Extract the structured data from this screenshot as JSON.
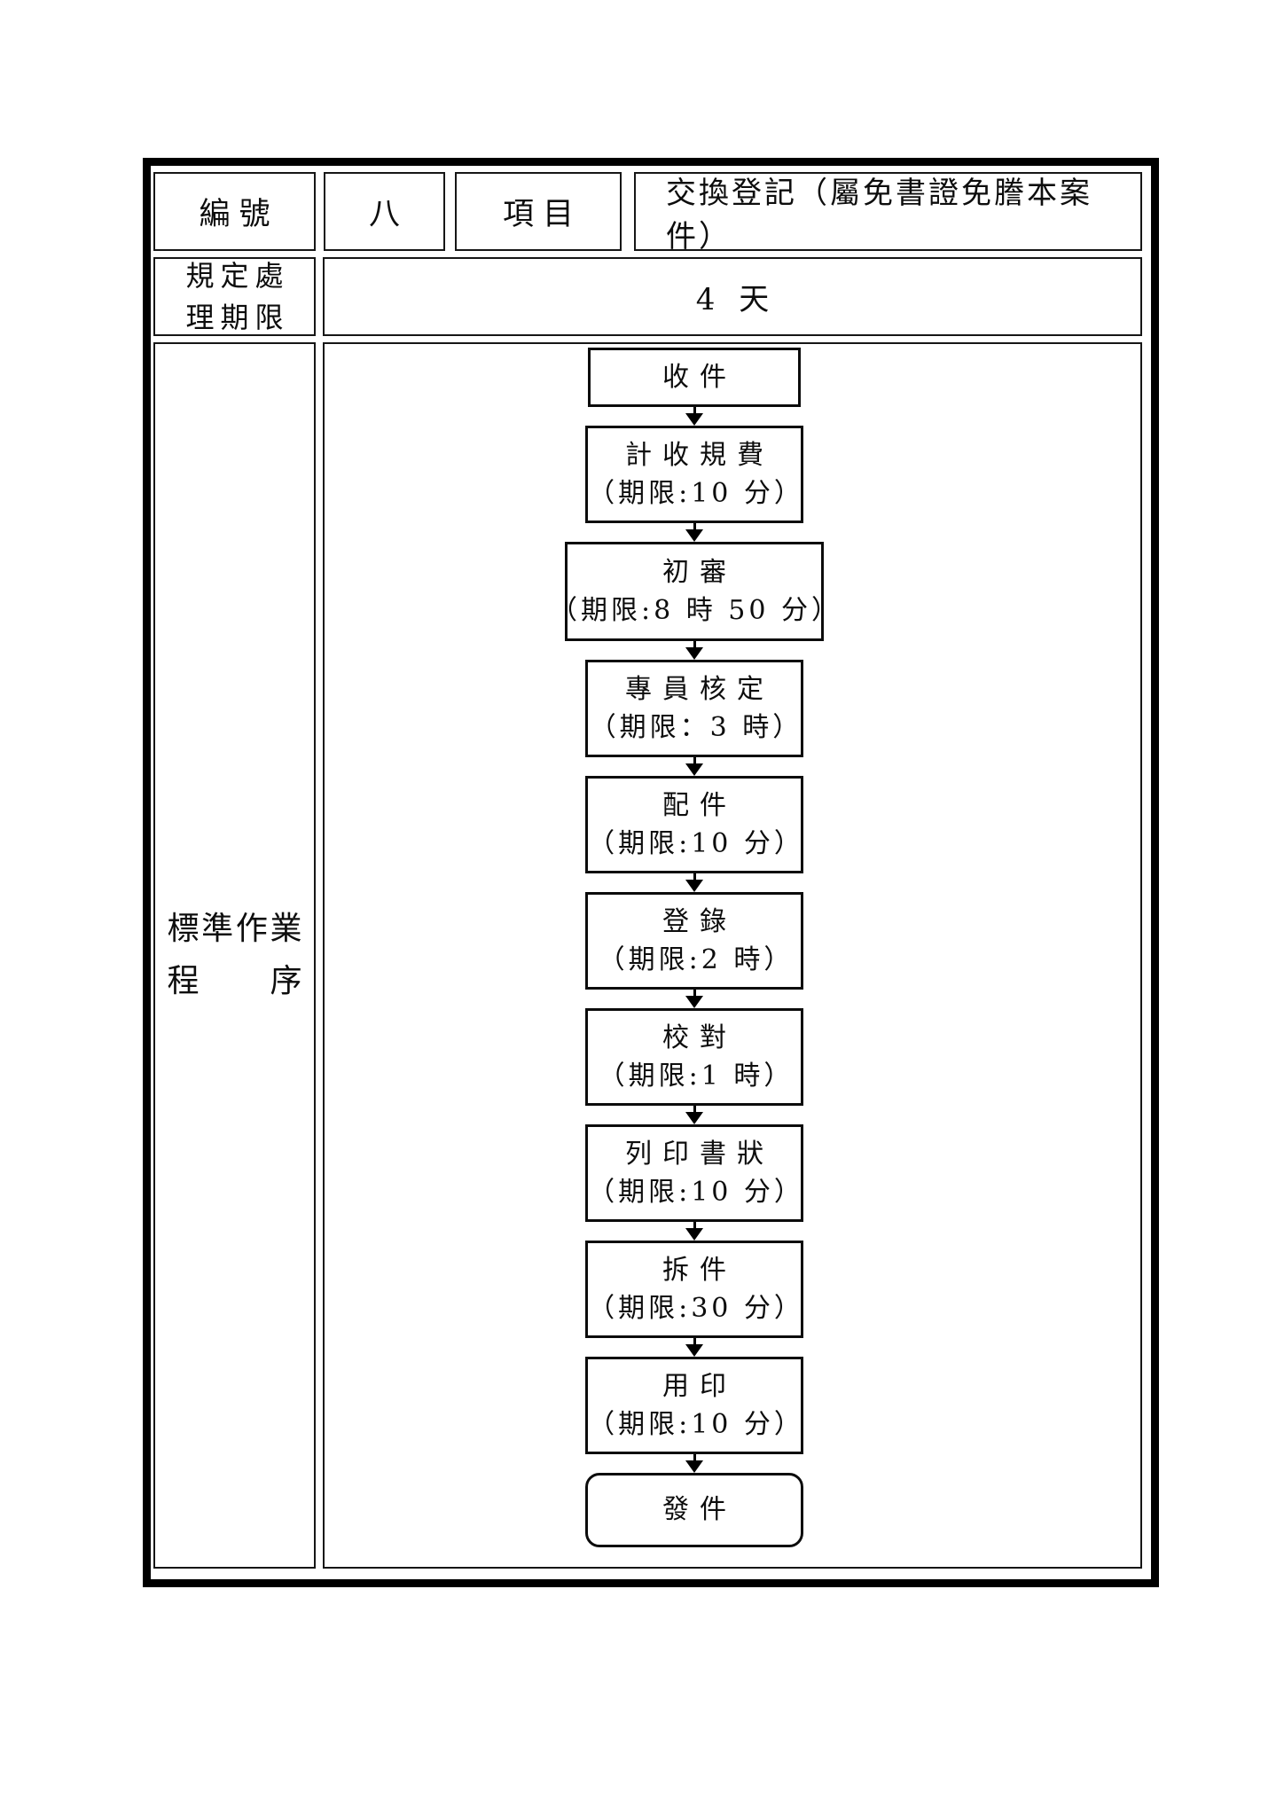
{
  "document": {
    "header": {
      "number_label": "編號",
      "number_value": "八",
      "item_label": "項目",
      "item_value": "交換登記（屬免書證免謄本案件）"
    },
    "deadline_row": {
      "label_line1": "規定處",
      "label_line2": "理期限",
      "value": "4 天"
    },
    "procedure": {
      "label_line1": "標準作業",
      "label_line2": "程序",
      "steps": [
        {
          "title": "收件",
          "deadline": "",
          "variant": "single"
        },
        {
          "title": "計收規費",
          "deadline": "（期限:10 分）",
          "variant": "default"
        },
        {
          "title": "初審",
          "deadline": "（期限:8 時 50 分）",
          "variant": "wide"
        },
        {
          "title": "專員核定",
          "deadline": "（期限：3 時）",
          "variant": "default"
        },
        {
          "title": "配件",
          "deadline": "（期限:10 分）",
          "variant": "default"
        },
        {
          "title": "登錄",
          "deadline": "（期限:2 時）",
          "variant": "default"
        },
        {
          "title": "校對",
          "deadline": "（期限:1 時）",
          "variant": "default"
        },
        {
          "title": "列印書狀",
          "deadline": "（期限:10 分）",
          "variant": "default"
        },
        {
          "title": "拆件",
          "deadline": "（期限:30 分）",
          "variant": "default"
        },
        {
          "title": "用印",
          "deadline": "（期限:10 分）",
          "variant": "default"
        },
        {
          "title": "發件",
          "deadline": "",
          "variant": "end"
        }
      ]
    },
    "colors": {
      "ink": "#0d0d0d",
      "paper": "#ffffff"
    }
  }
}
